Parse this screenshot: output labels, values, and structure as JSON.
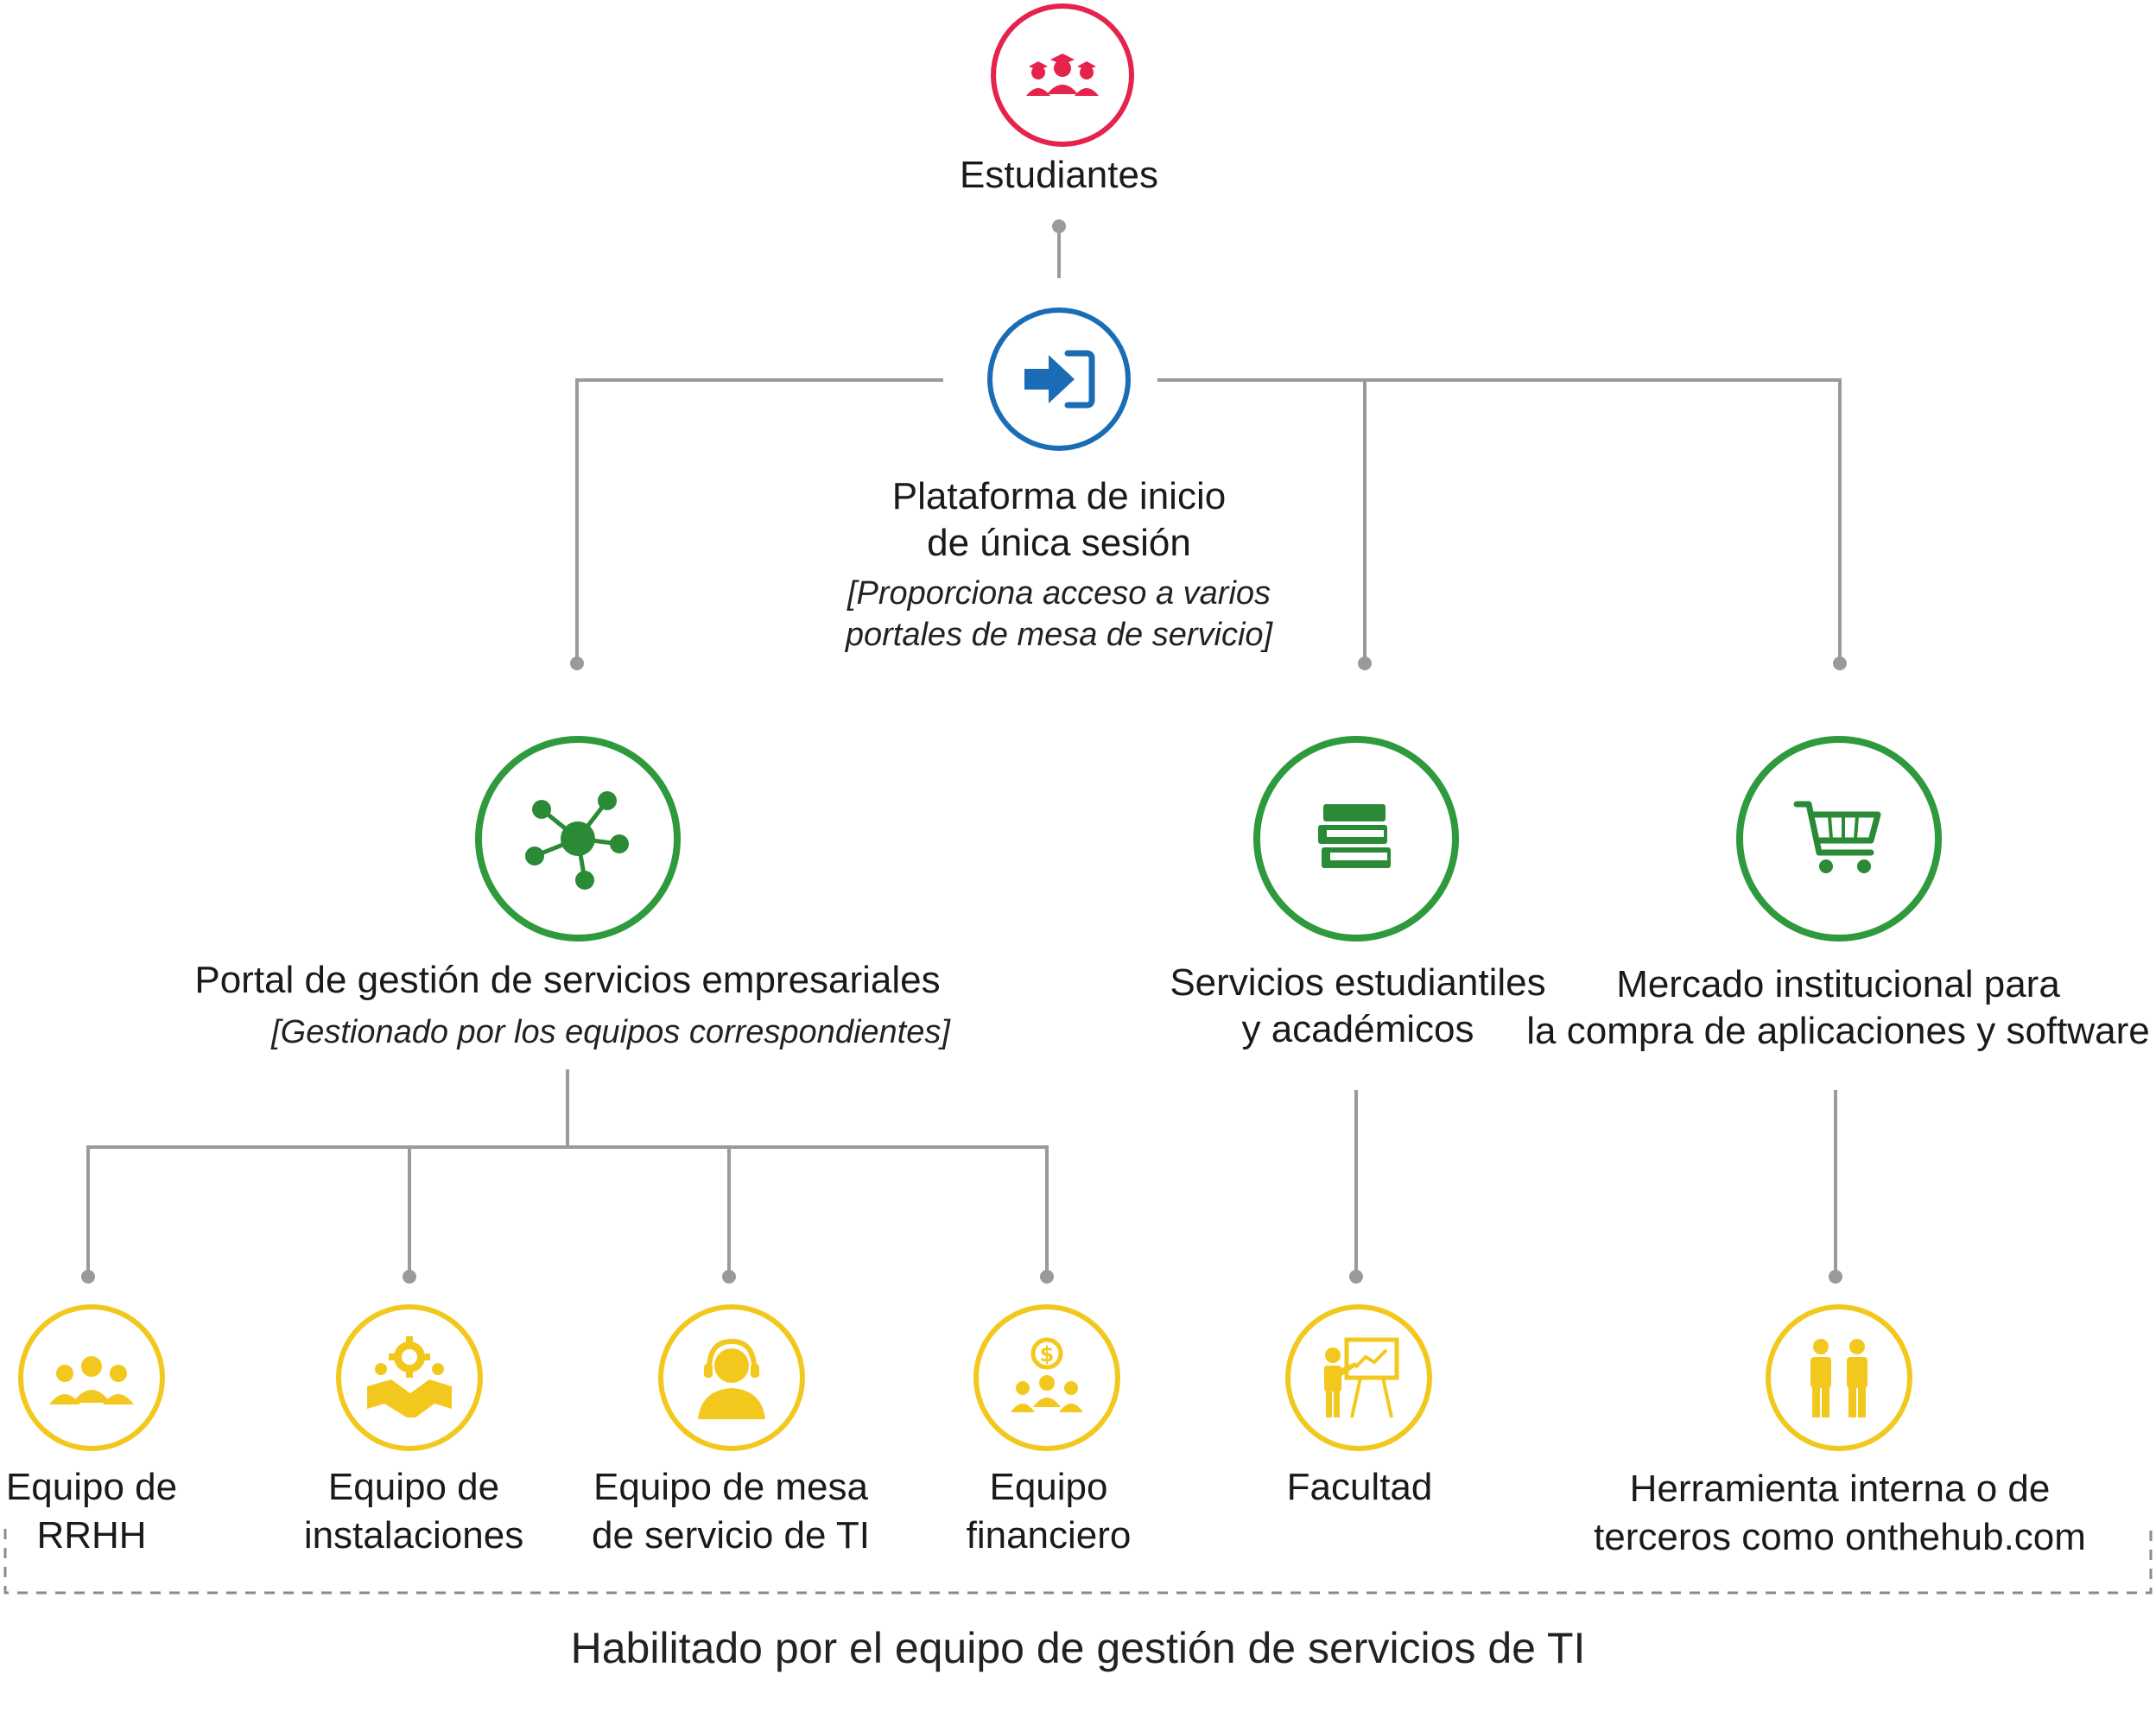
{
  "nodes": {
    "students": {
      "label": "Estudiantes",
      "icon": "graduates-icon",
      "color": "#e5234d"
    },
    "sso": {
      "label_line1": "Plataforma de inicio",
      "label_line2": "de única sesión",
      "sub_line1": "[Proporciona acceso a varios",
      "sub_line2": "portales de mesa de servicio]",
      "icon": "sign-in-icon",
      "color": "#1a6db5"
    },
    "esm_portal": {
      "label": "Portal de gestión de servicios empresariales",
      "sub": "[Gestionado por los equipos correspondientes]",
      "icon": "network-hub-icon",
      "color": "#2e9a3d"
    },
    "student_services": {
      "label_line1": "Servicios estudiantiles",
      "label_line2": "y académicos",
      "icon": "books-icon",
      "color": "#2e9a3d"
    },
    "marketplace": {
      "label_line1": "Mercado institucional para",
      "label_line2": "la compra de aplicaciones y software",
      "icon": "shopping-cart-icon",
      "color": "#2e9a3d"
    },
    "hr_team": {
      "label_line1": "Equipo de",
      "label_line2": "RRHH",
      "icon": "team-icon",
      "color": "#f3c81e"
    },
    "facilities_team": {
      "label_line1": "Equipo de",
      "label_line2": "instalaciones",
      "icon": "handshake-gear-icon",
      "color": "#f3c81e"
    },
    "it_service_desk_team": {
      "label_line1": "Equipo de mesa",
      "label_line2": "de servicio de TI",
      "icon": "headset-agent-icon",
      "color": "#f3c81e"
    },
    "finance_team": {
      "label_line1": "Equipo",
      "label_line2": "financiero",
      "icon": "money-team-icon",
      "color": "#f3c81e"
    },
    "faculty": {
      "label": "Facultad",
      "icon": "teacher-board-icon",
      "color": "#f3c81e"
    },
    "tools": {
      "label_line1": "Herramienta interna o de",
      "label_line2": "terceros como onthehub.com",
      "icon": "two-people-icon",
      "color": "#f3c81e"
    }
  },
  "footer": {
    "text": "Habilitado por el equipo de gestión de servicios de TI"
  },
  "colors": {
    "connector": "#9a9a9a",
    "dashed_line": "#8a8a8a"
  }
}
